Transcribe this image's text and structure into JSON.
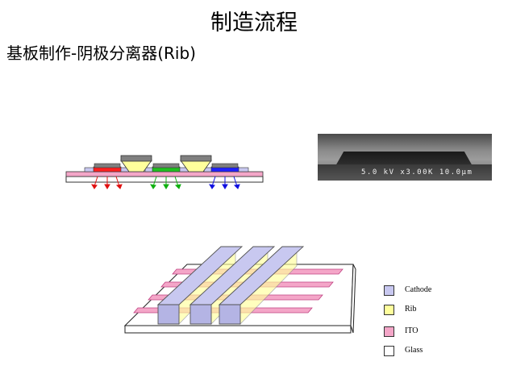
{
  "page": {
    "title": "制造流程",
    "subtitle": "基板制作-阴极分离器(Rib)"
  },
  "sem_image": {
    "caption": "5.0 kV x3.00K 10.0µm"
  },
  "legend": {
    "items": [
      {
        "label": "Cathode",
        "color": "#c8c8f0"
      },
      {
        "label": "Rib",
        "color": "#ffff9c"
      },
      {
        "label": "ITO",
        "color": "#f4a6c8"
      },
      {
        "label": "Glass",
        "color": "#ffffff"
      }
    ]
  },
  "colors": {
    "red_pixel": "#ff2020",
    "green_pixel": "#20c020",
    "blue_pixel": "#2020ff",
    "ito": "#f4a6c8",
    "rib": "#ffff9c",
    "cathode": "#c8c8f0"
  }
}
